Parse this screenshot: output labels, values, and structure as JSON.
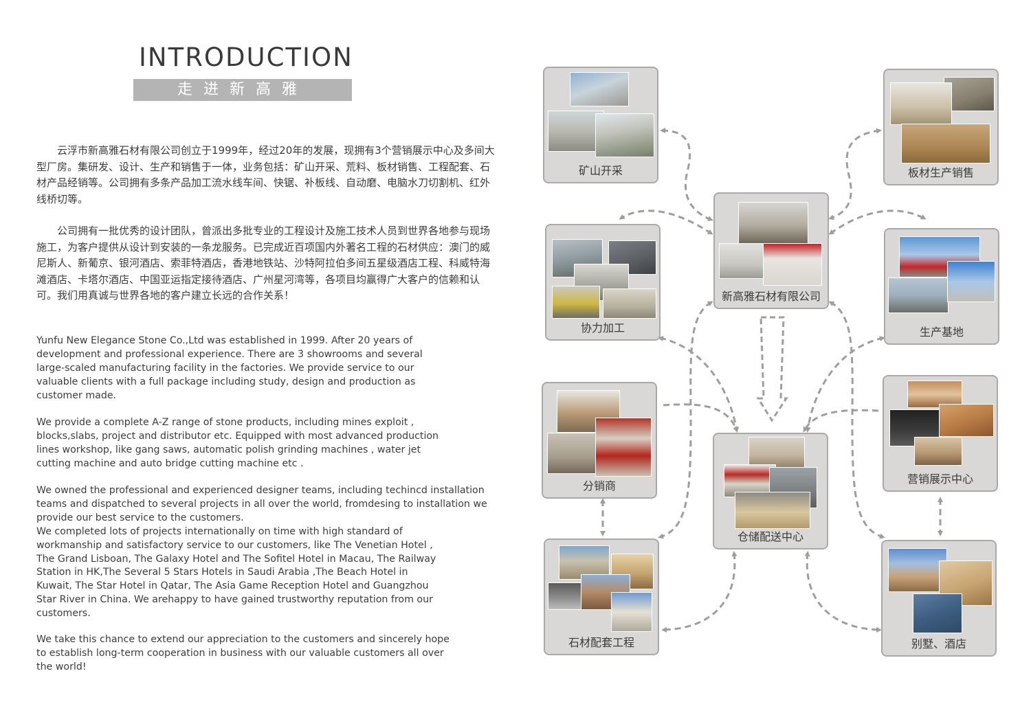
{
  "header": {
    "title": "INTRODUCTION",
    "subtitle": "走进新高雅"
  },
  "intro_cn": [
    "云浮市新高雅石材有限公司创立于1999年，经过20年的发展，现拥有3个营销展示中心及多间大型厂房。集研发、设计、生产和销售于一体，业务包括：矿山开采、荒料、板材销售、工程配套、石材产品经销等。公司拥有多条产品加工流水线车间、快锯、补板线、自动磨、电脑水刀切割机、红外线桥切等。",
    "公司拥有一批优秀的设计团队，曾派出多批专业的工程设计及施工技术人员到世界各地参与现场施工，为客户提供从设计到安装的一条龙服务。已完成近百项国内外著名工程的石材供应：澳门的威尼斯人、新葡京、银河酒店、索菲特酒店，香港地铁站、沙特阿拉伯多间五星级酒店工程、科威特海滩酒店、卡塔尔酒店、中国亚运指定接待酒店、广州星河湾等，各项目均赢得广大客户的信赖和认可。我们用真诚与世界各地的客户建立长远的合作关系！"
  ],
  "intro_en": [
    "Yunfu New Elegance Stone Co.,Ltd was established in 1999. After 20 years of\ndevelopment and professional experience. There are 3 showrooms and several\nlarge-scaled manufacturing facility in the factories. We provide service to our\nvaluable clients with a full package including study, design and production as\ncustomer made.",
    "We provide a complete A-Z range of stone products, including mines exploit ,\nblocks,slabs, project and distributor etc. Equipped with most advanced production\nlines workshop, like gang saws, automatic polish grinding machines , water jet\ncutting machine and auto bridge cutting machine etc .",
    "We owned the professional and experienced designer teams, including techincd installation\nteams and dispatched to several projects in all over the world, fromdesing to installation we\n provide our best service to the customers.\nWe completed lots of projects internationally on time with high standard of\nworkmanship and satisfactory service to our customers, like The Venetian Hotel ,\nThe Grand Lisboan, The Galaxy Hotel and The Sofitel Hotel in Macau, The Railway\nStation in HK,The Several 5 Stars Hotels in Saudi Arabia ,The Beach Hotel in\nKuwait, The Star Hotel in Qatar, The Asia Game Reception Hotel and Guangzhou\nStar River in China.  We arehappy to have gained trustworthy reputation from our\ncustomers.",
    "We take this chance to extend our appreciation to the customers and sincerely hope\nto establish long-term cooperation in business with our valuable customers all over\nthe world!"
  ],
  "nodes": {
    "mining": "矿山开采",
    "slab_sales": "板材生产销售",
    "partner_processing": "协力加工",
    "company": "新高雅石材有限公司",
    "production_base": "生产基地",
    "distributor": "分销商",
    "warehouse": "仓储配送中心",
    "showroom": "营销展示中心",
    "project_supply": "石材配套工程",
    "villa_hotel": "别墅、酒店"
  },
  "colors": {
    "node_bg": "#d9d8d6",
    "node_border": "#a9a9a9",
    "arrow": "#9e9e9e",
    "subtitle_bar": "#b4b4b4"
  }
}
